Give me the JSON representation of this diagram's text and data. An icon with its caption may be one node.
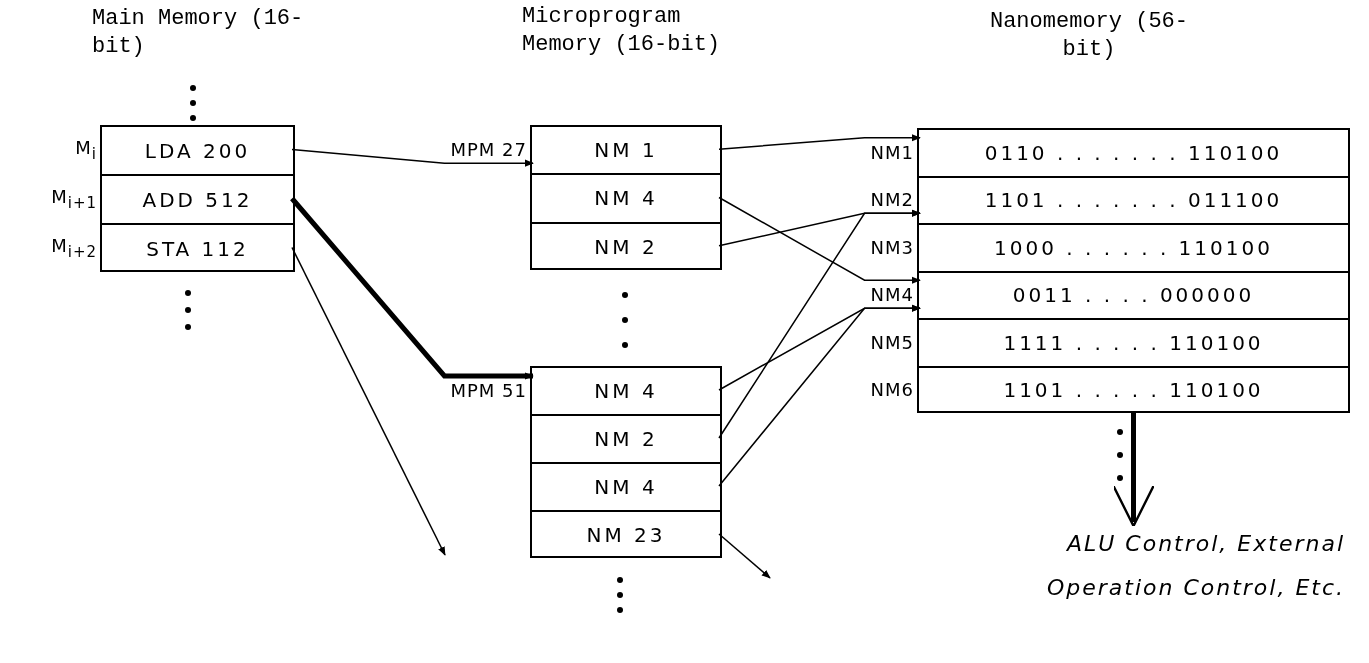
{
  "diagram": {
    "nodes": [
      {
        "text": [
          "Main Memory (16-bit)"
        ]
      },
      {
        "text": [
          "LDA 200"
        ],
        "in": 0,
        "beside": [
          "M$_{i}$"
        ]
      },
      {
        "text": [
          "ADD 512"
        ],
        "in": 0,
        "beside": [
          "M$_{i+1}$"
        ]
      },
      {
        "text": [
          "STA 112"
        ],
        "in": 0,
        "beside": [
          "M$_{i+2}$"
        ]
      },
      {
        "text": [
          "Microprogram Memory (16-bit)"
        ]
      },
      {
        "text": [
          "NM 1"
        ],
        "in": 4,
        "beside": [
          "MPM 27"
        ]
      },
      {
        "text": [
          "NM 4"
        ],
        "in": 4
      },
      {
        "text": [
          "NM 2"
        ],
        "in": 4
      },
      {
        "text": [],
        "shape": "box"
      },
      {
        "text": [
          "NM 4"
        ],
        "in": 8,
        "beside": [
          "MPM 51"
        ]
      },
      {
        "text": [
          "NM 2"
        ],
        "in": 8
      },
      {
        "text": [
          "NM 4"
        ],
        "in": 8
      },
      {
        "text": [
          "NM 23"
        ],
        "in": 8
      },
      {
        "text": [
          "Nanomemory (56-bit)"
        ]
      },
      {
        "text": [
          "0110 . . . . . . . 110100"
        ],
        "in": 13,
        "beside": [
          "NM1"
        ]
      },
      {
        "text": [
          "1101 . . . . . . . 011100"
        ],
        "in": 13,
        "beside": [
          "NM2"
        ]
      },
      {
        "text": [
          "1000 . . . . . . 110100"
        ],
        "in": 13,
        "beside": [
          "NM3"
        ]
      },
      {
        "text": [
          "0011 . . . . 000000"
        ],
        "in": 13,
        "beside": [
          "NM4"
        ]
      },
      {
        "text": [
          "1111 . . . . . 110100"
        ],
        "in": 13,
        "beside": [
          "NM5"
        ]
      },
      {
        "text": [
          "1101 . . . . . 110100"
        ],
        "in": 13,
        "beside": [
          "NM6"
        ]
      },
      {
        "text": [
          "ALU Control, External Operation Control, Etc."
        ]
      }
    ],
    "edges": [
      {
        "from": 1,
        "to": 5,
        "arrow": "to"
      },
      {
        "from": 2,
        "to": 9,
        "arrow": "to",
        "style": "thick"
      },
      {
        "from": 3,
        "to": null,
        "arrow": "to"
      },
      {
        "from": 5,
        "to": 14,
        "arrow": "to"
      },
      {
        "from": 6,
        "to": 17,
        "arrow": "to"
      },
      {
        "from": 7,
        "to": 15,
        "arrow": "to"
      },
      {
        "from": 9,
        "to": 17,
        "arrow": "to"
      },
      {
        "from": 10,
        "to": 15,
        "arrow": "to"
      },
      {
        "from": 11,
        "to": 17,
        "arrow": "to"
      },
      {
        "from": 12,
        "to": null,
        "arrow": "to"
      },
      {
        "from": 13,
        "to": 20,
        "arrow": "to",
        "style": "thick"
      }
    ]
  }
}
